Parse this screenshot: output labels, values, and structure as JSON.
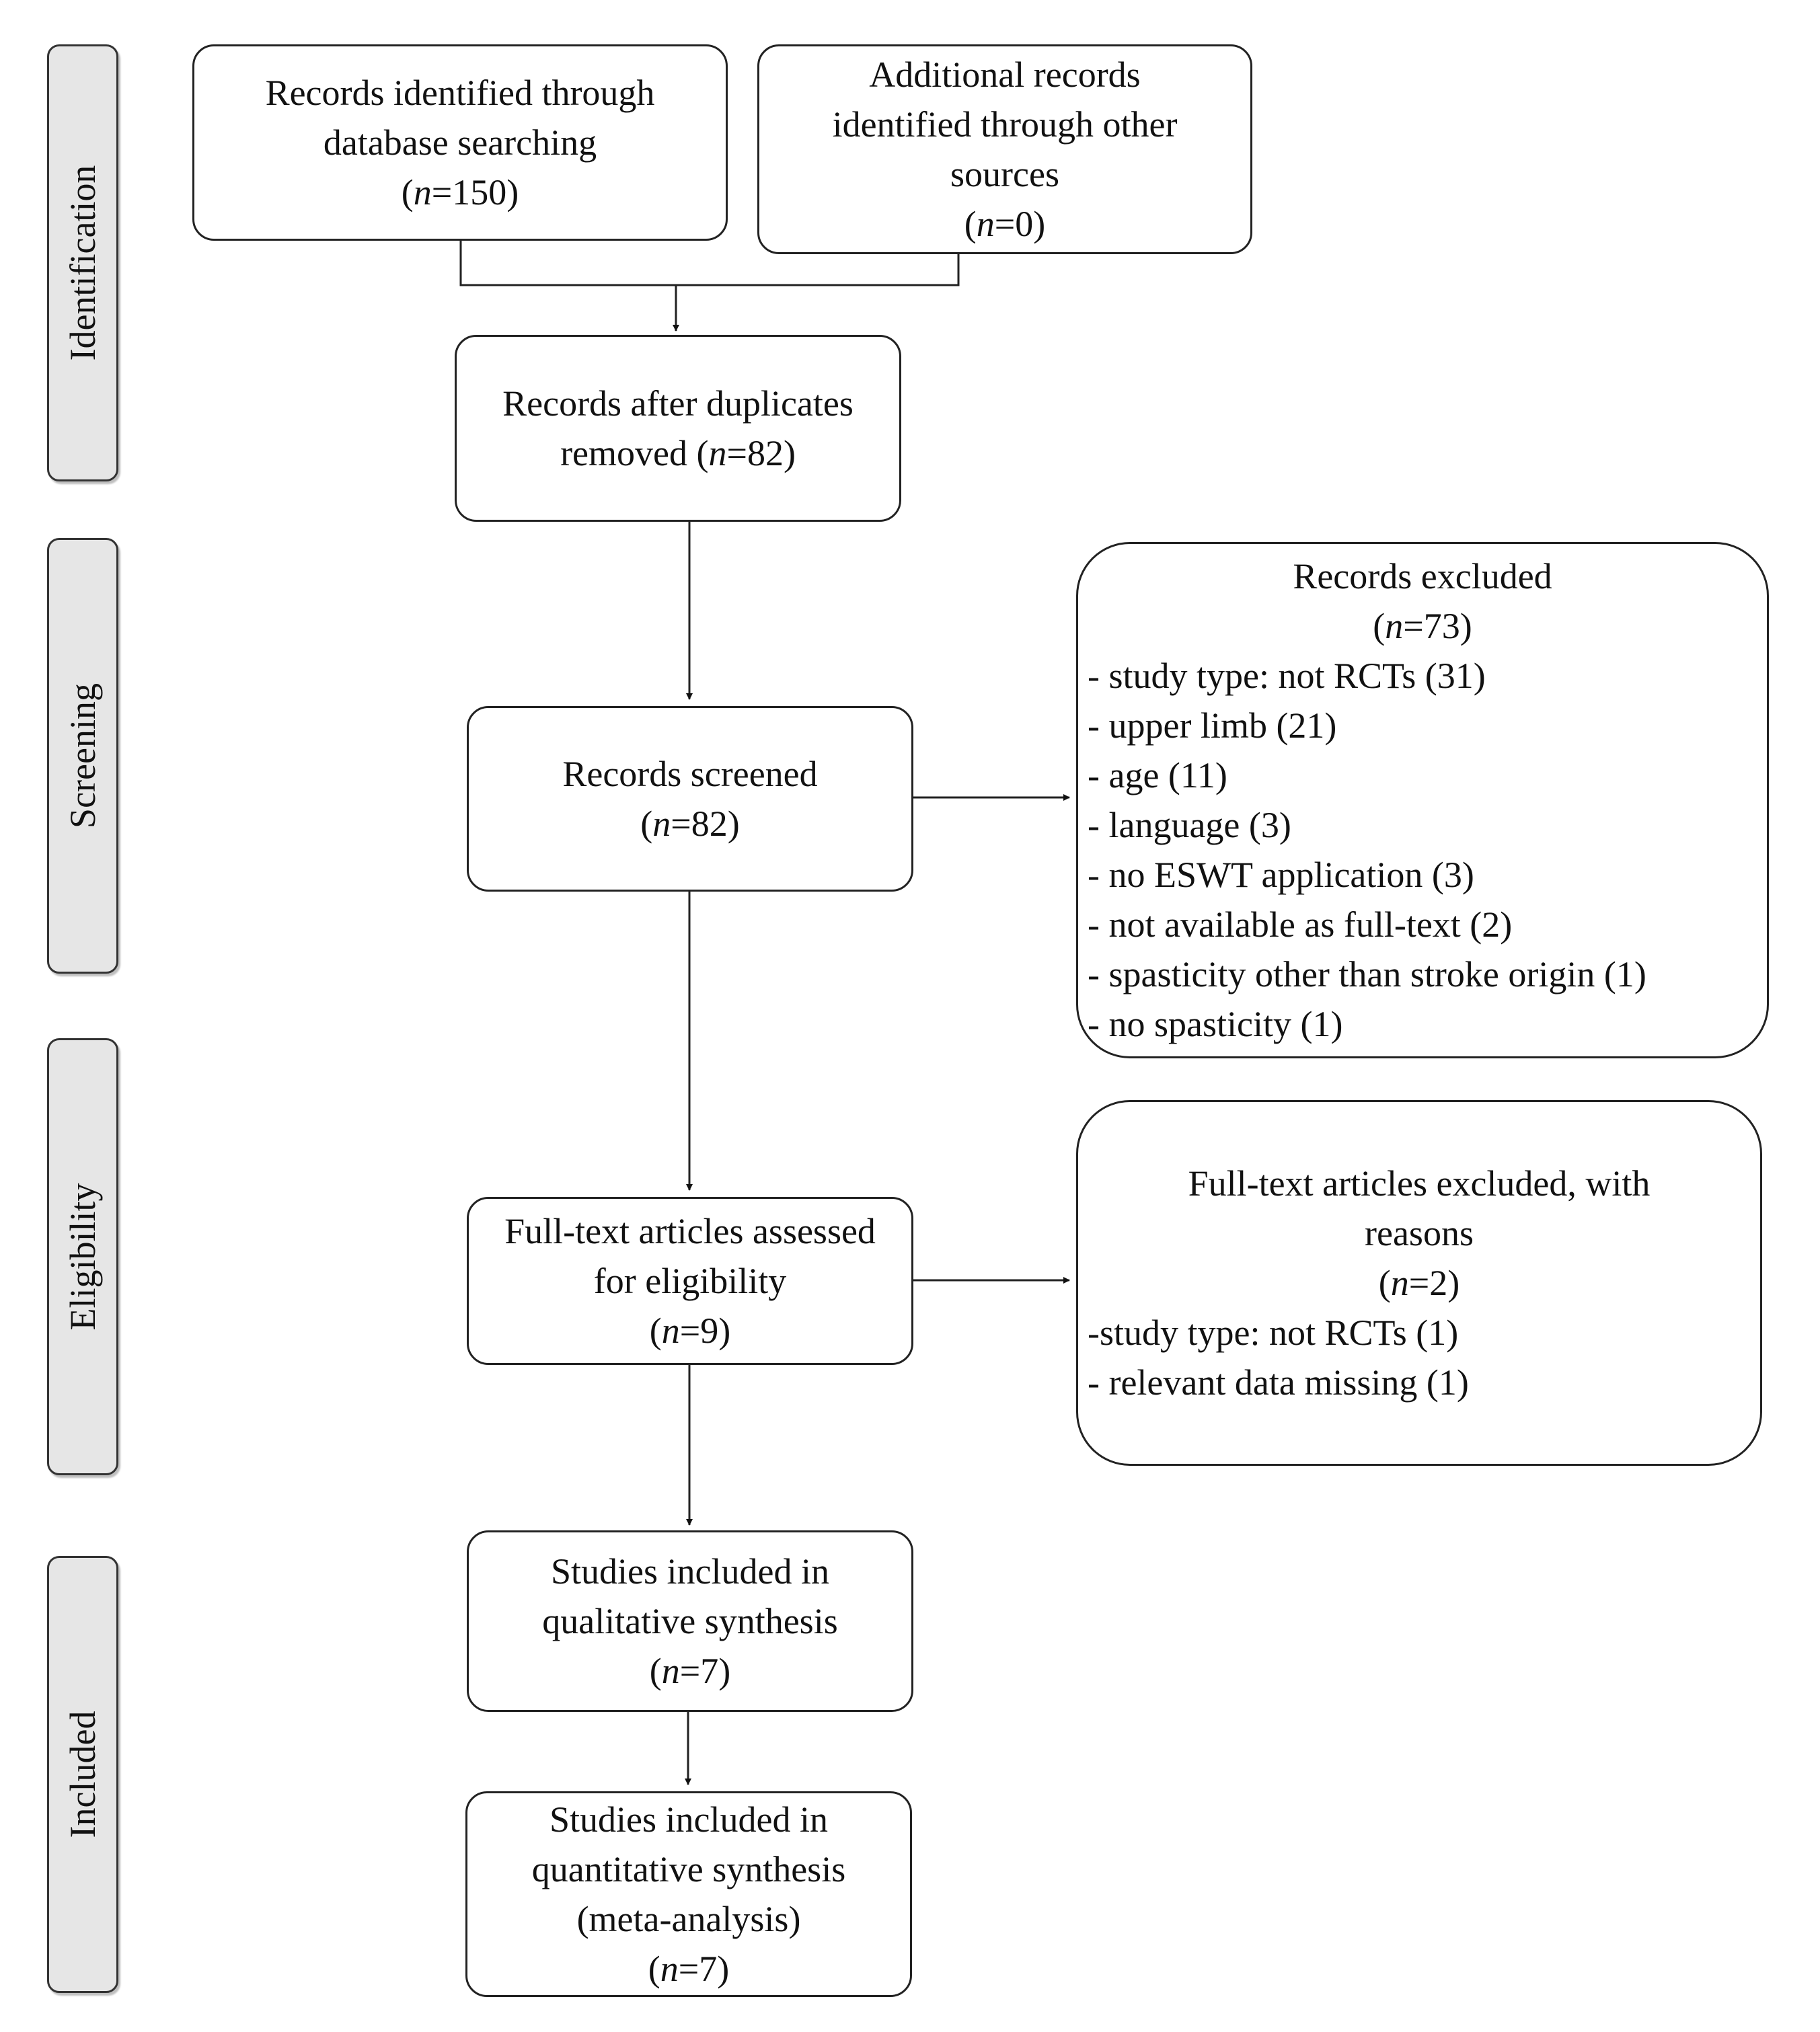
{
  "stages": {
    "identification": "Identification",
    "screening": "Screening",
    "eligibility": "Eligibility",
    "included": "Included"
  },
  "n_label": "n",
  "boxes": {
    "database_search": {
      "lines": [
        "Records identified through",
        "database searching"
      ],
      "n": "150"
    },
    "other_sources": {
      "lines": [
        "Additional records",
        "identified through other",
        "sources"
      ],
      "n": "0"
    },
    "after_duplicates": {
      "lines": [
        "Records after duplicates"
      ],
      "tail": "removed (",
      "n": "82"
    },
    "screened": {
      "lines": [
        "Records screened"
      ],
      "n": "82"
    },
    "records_excluded": {
      "title": "Records excluded",
      "n": "73",
      "reasons": [
        "- study type: not RCTs (31)",
        "- upper limb (21)",
        "- age (11)",
        "- language (3)",
        "- no ESWT application (3)",
        "- not available as full-text (2)",
        "- spasticity other than stroke origin (1)",
        "- no spasticity (1)"
      ]
    },
    "fulltext_assessed": {
      "lines": [
        "Full-text articles assessed",
        "for eligibility"
      ],
      "n": "9"
    },
    "fulltext_excluded": {
      "lines": [
        "Full-text articles excluded, with",
        "reasons"
      ],
      "n": "2",
      "reasons": [
        "-study type: not RCTs (1)",
        "- relevant data missing (1)"
      ]
    },
    "qualitative": {
      "lines": [
        "Studies included in",
        "qualitative synthesis"
      ],
      "n": "7"
    },
    "quantitative": {
      "lines": [
        "Studies included in",
        "quantitative synthesis",
        "(meta-analysis)"
      ],
      "n": "7"
    }
  }
}
